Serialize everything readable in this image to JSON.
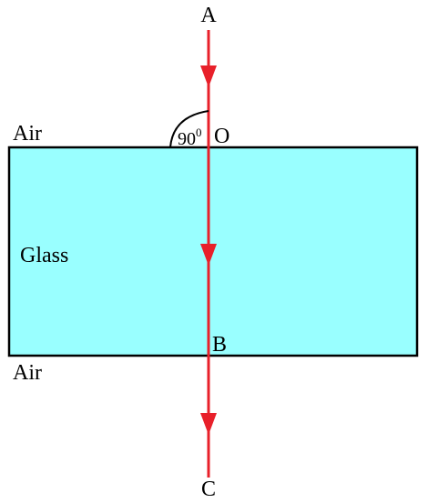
{
  "labels": {
    "point_a": "A",
    "point_o": "O",
    "point_b": "B",
    "point_c": "C",
    "medium_top": "Air",
    "medium_glass": "Glass",
    "medium_bottom": "Air",
    "angle_value": "90",
    "angle_unit": "0"
  },
  "colors": {
    "glass_fill": "#99ffff",
    "glass_border": "#000000",
    "ray": "#e8202a",
    "text": "#000000",
    "background": "#ffffff"
  }
}
